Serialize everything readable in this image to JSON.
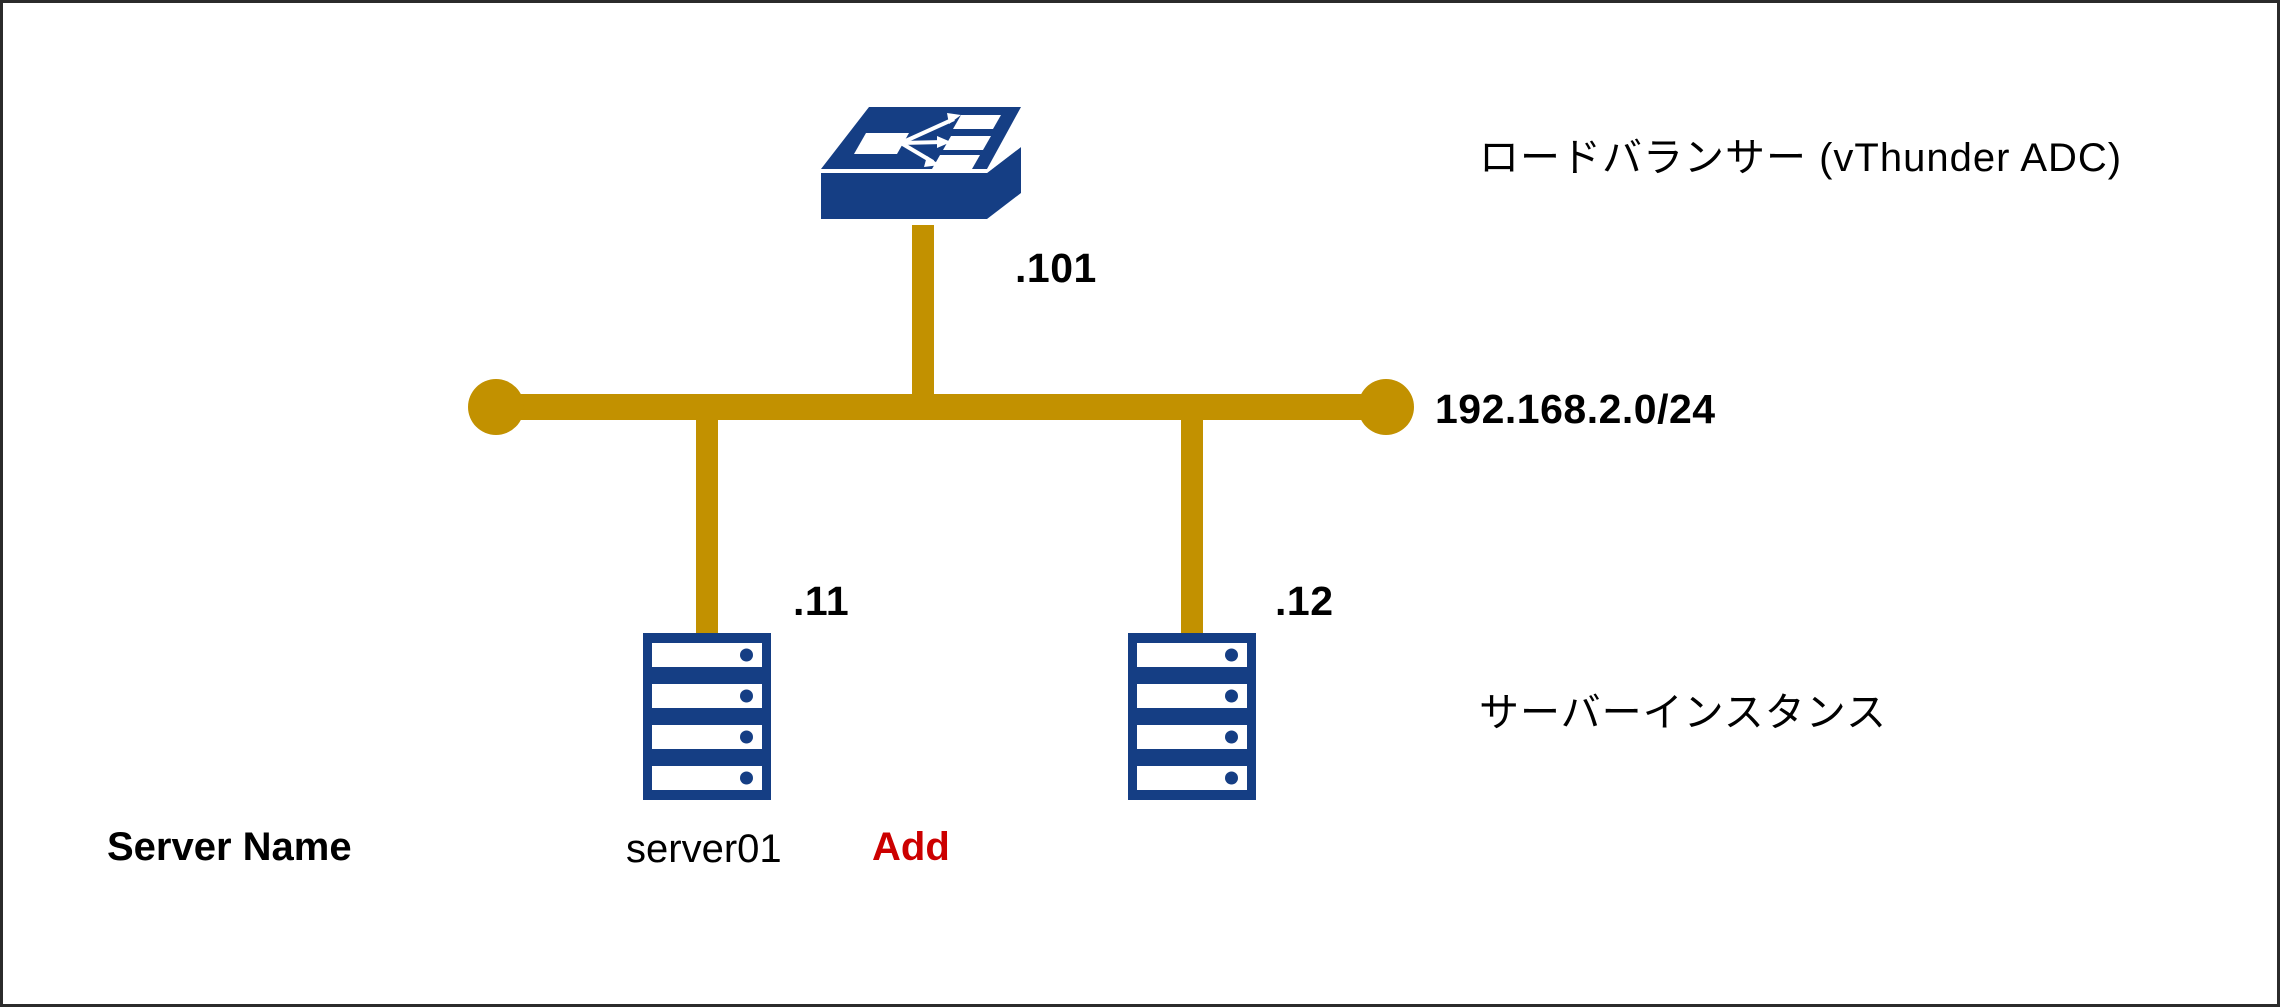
{
  "diagram": {
    "title": "Load balancer and server instance network topology",
    "colors": {
      "link": "#C29100",
      "device": "#153E84",
      "accent_add": "#CC0000",
      "background": "#FFFFFF",
      "border": "#2B2B2B"
    },
    "nodes": {
      "load_balancer": {
        "icon": "load-balancer-icon",
        "label": "ロードバランサー (vThunder ADC)",
        "ip_suffix": ".101"
      },
      "servers": [
        {
          "icon": "server-rack-icon",
          "ip_suffix": ".11",
          "name": "server01",
          "bays": 4
        },
        {
          "icon": "server-rack-icon",
          "ip_suffix": ".12",
          "name": "Add",
          "bays": 4
        }
      ],
      "server_group_label": "サーバーインスタンス"
    },
    "network": {
      "subnet": "192.168.2.0/24"
    },
    "legend": {
      "row_header": "Server Name"
    }
  }
}
